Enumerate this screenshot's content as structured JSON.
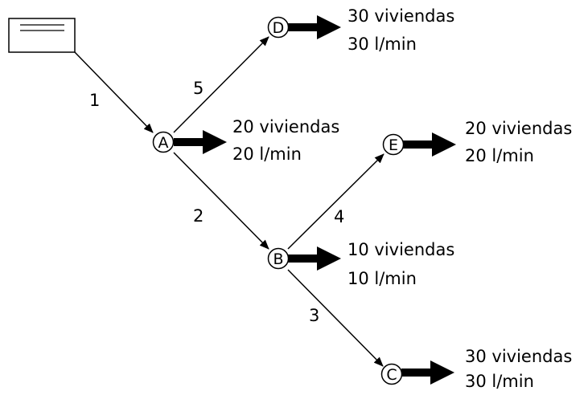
{
  "nodes": {
    "A": "A",
    "B": "B",
    "C": "C",
    "D": "D",
    "E": "E"
  },
  "pipes": {
    "p1": "1",
    "p2": "2",
    "p3": "3",
    "p4": "4",
    "p5": "5"
  },
  "demands": {
    "D": {
      "viviendas": "30 viviendas",
      "flow": "30 l/min"
    },
    "A": {
      "viviendas": "20 viviendas",
      "flow": "20 l/min"
    },
    "E": {
      "viviendas": "20 viviendas",
      "flow": "20 l/min"
    },
    "B": {
      "viviendas": "10 viviendas",
      "flow": "10 l/min"
    },
    "C": {
      "viviendas": "30 viviendas",
      "flow": "30 l/min"
    }
  }
}
